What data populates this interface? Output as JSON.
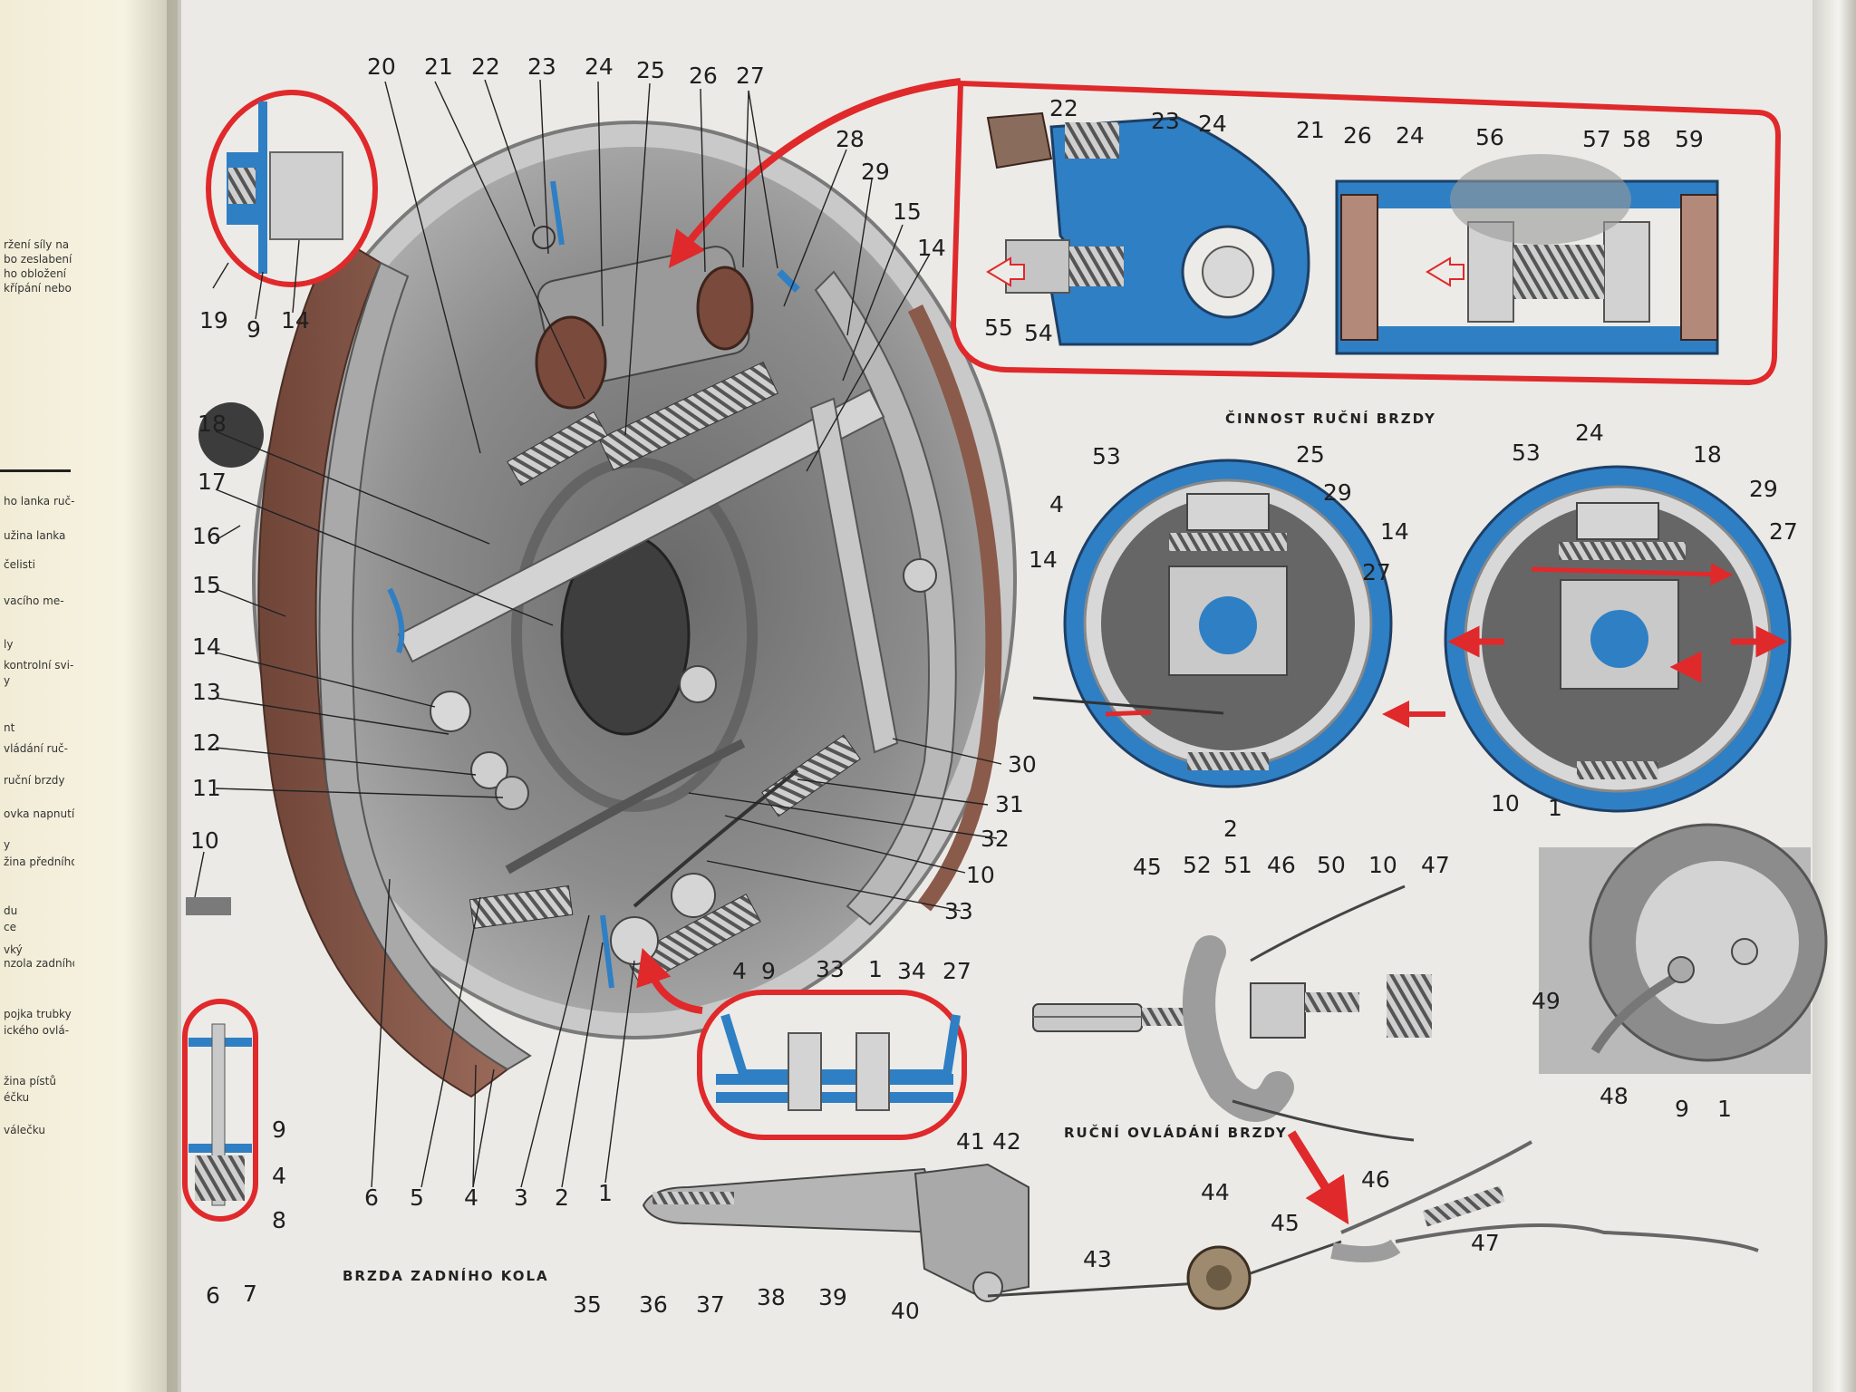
{
  "left_page": {
    "lines": [
      "ržení síly na",
      "bo zeslabení",
      "ho obložení",
      "křípání nebo",
      "ho lanka ruč-",
      "užina lanka",
      "čelisti",
      "vacího me-",
      "ly",
      "kontrolní svi-",
      "y",
      "nt",
      "vládání ruč-",
      "ruční brzdy",
      "ovka napnutí",
      "y",
      "žina předního",
      "du",
      "ce",
      "vký",
      "nzola zadního",
      "pojka trubky",
      "ického ovlá-",
      "žina pístů",
      "éčku",
      "válečku"
    ]
  },
  "captions": {
    "rear_brake": "BRZDA ZADNÍHO KOLA",
    "handbrake_action": "ČINNOST RUČNÍ BRZDY",
    "handbrake_control": "RUČNÍ OVLÁDÁNÍ BRZDY"
  },
  "labels": {
    "main": {
      "n20": "20",
      "n21": "21",
      "n22": "22",
      "n23": "23",
      "n24": "24",
      "n25": "25",
      "n26": "26",
      "n27": "27",
      "n28": "28",
      "n29": "29",
      "n15": "15",
      "n14": "14",
      "n18": "18",
      "n17": "17",
      "n16": "16",
      "n15b": "15",
      "n14b": "14",
      "n13": "13",
      "n12": "12",
      "n11": "11",
      "n10": "10",
      "n30": "30",
      "n31": "31",
      "n32": "32",
      "n10b": "10",
      "n33": "33",
      "n6": "6",
      "n5": "5",
      "n4": "4",
      "n3": "3",
      "n2": "2",
      "n1": "1"
    },
    "inset_bleeder": {
      "n19": "19",
      "n9": "9",
      "n14": "14"
    },
    "inset_pin": {
      "n9": "9",
      "n4": "4",
      "n8": "8",
      "n6": "6",
      "n7": "7"
    },
    "inset_cylinder": {
      "n22": "22",
      "n23": "23",
      "n24": "24",
      "n55": "55",
      "n54": "54",
      "n21": "21",
      "n26": "26",
      "n24b": "24",
      "n56": "56",
      "n57": "57",
      "n58": "58",
      "n59": "59"
    },
    "inset_rivet": {
      "n4": "4",
      "n9": "9",
      "n33": "33",
      "n1": "1",
      "n34": "34",
      "n27": "27"
    },
    "action_left": {
      "n53": "53",
      "n25": "25",
      "n29": "29",
      "n4": "4",
      "n14": "14",
      "n14b": "14",
      "n27": "27",
      "n2": "2"
    },
    "action_right": {
      "n53": "53",
      "n24": "24",
      "n18": "18",
      "n29": "29",
      "n27": "27",
      "n10": "10",
      "n1": "1"
    },
    "control": {
      "n45": "45",
      "n52": "52",
      "n51": "51",
      "n46": "46",
      "n50": "50",
      "n10": "10",
      "n47": "47",
      "n49": "49",
      "n48": "48",
      "n9": "9",
      "n1": "1",
      "n41": "41",
      "n42": "42",
      "n35": "35",
      "n36": "36",
      "n37": "37",
      "n38": "38",
      "n39": "39",
      "n40": "40",
      "n43": "43",
      "n44": "44",
      "n45b": "45",
      "n46b": "46",
      "n47b": "47"
    }
  },
  "colors": {
    "hydraulic_blue": "#2f7fc4",
    "outline_red": "#e0292b",
    "lining_brown": "#8a5a4a",
    "steel_gray": "#8d8d8d",
    "page": "#eceae6"
  }
}
